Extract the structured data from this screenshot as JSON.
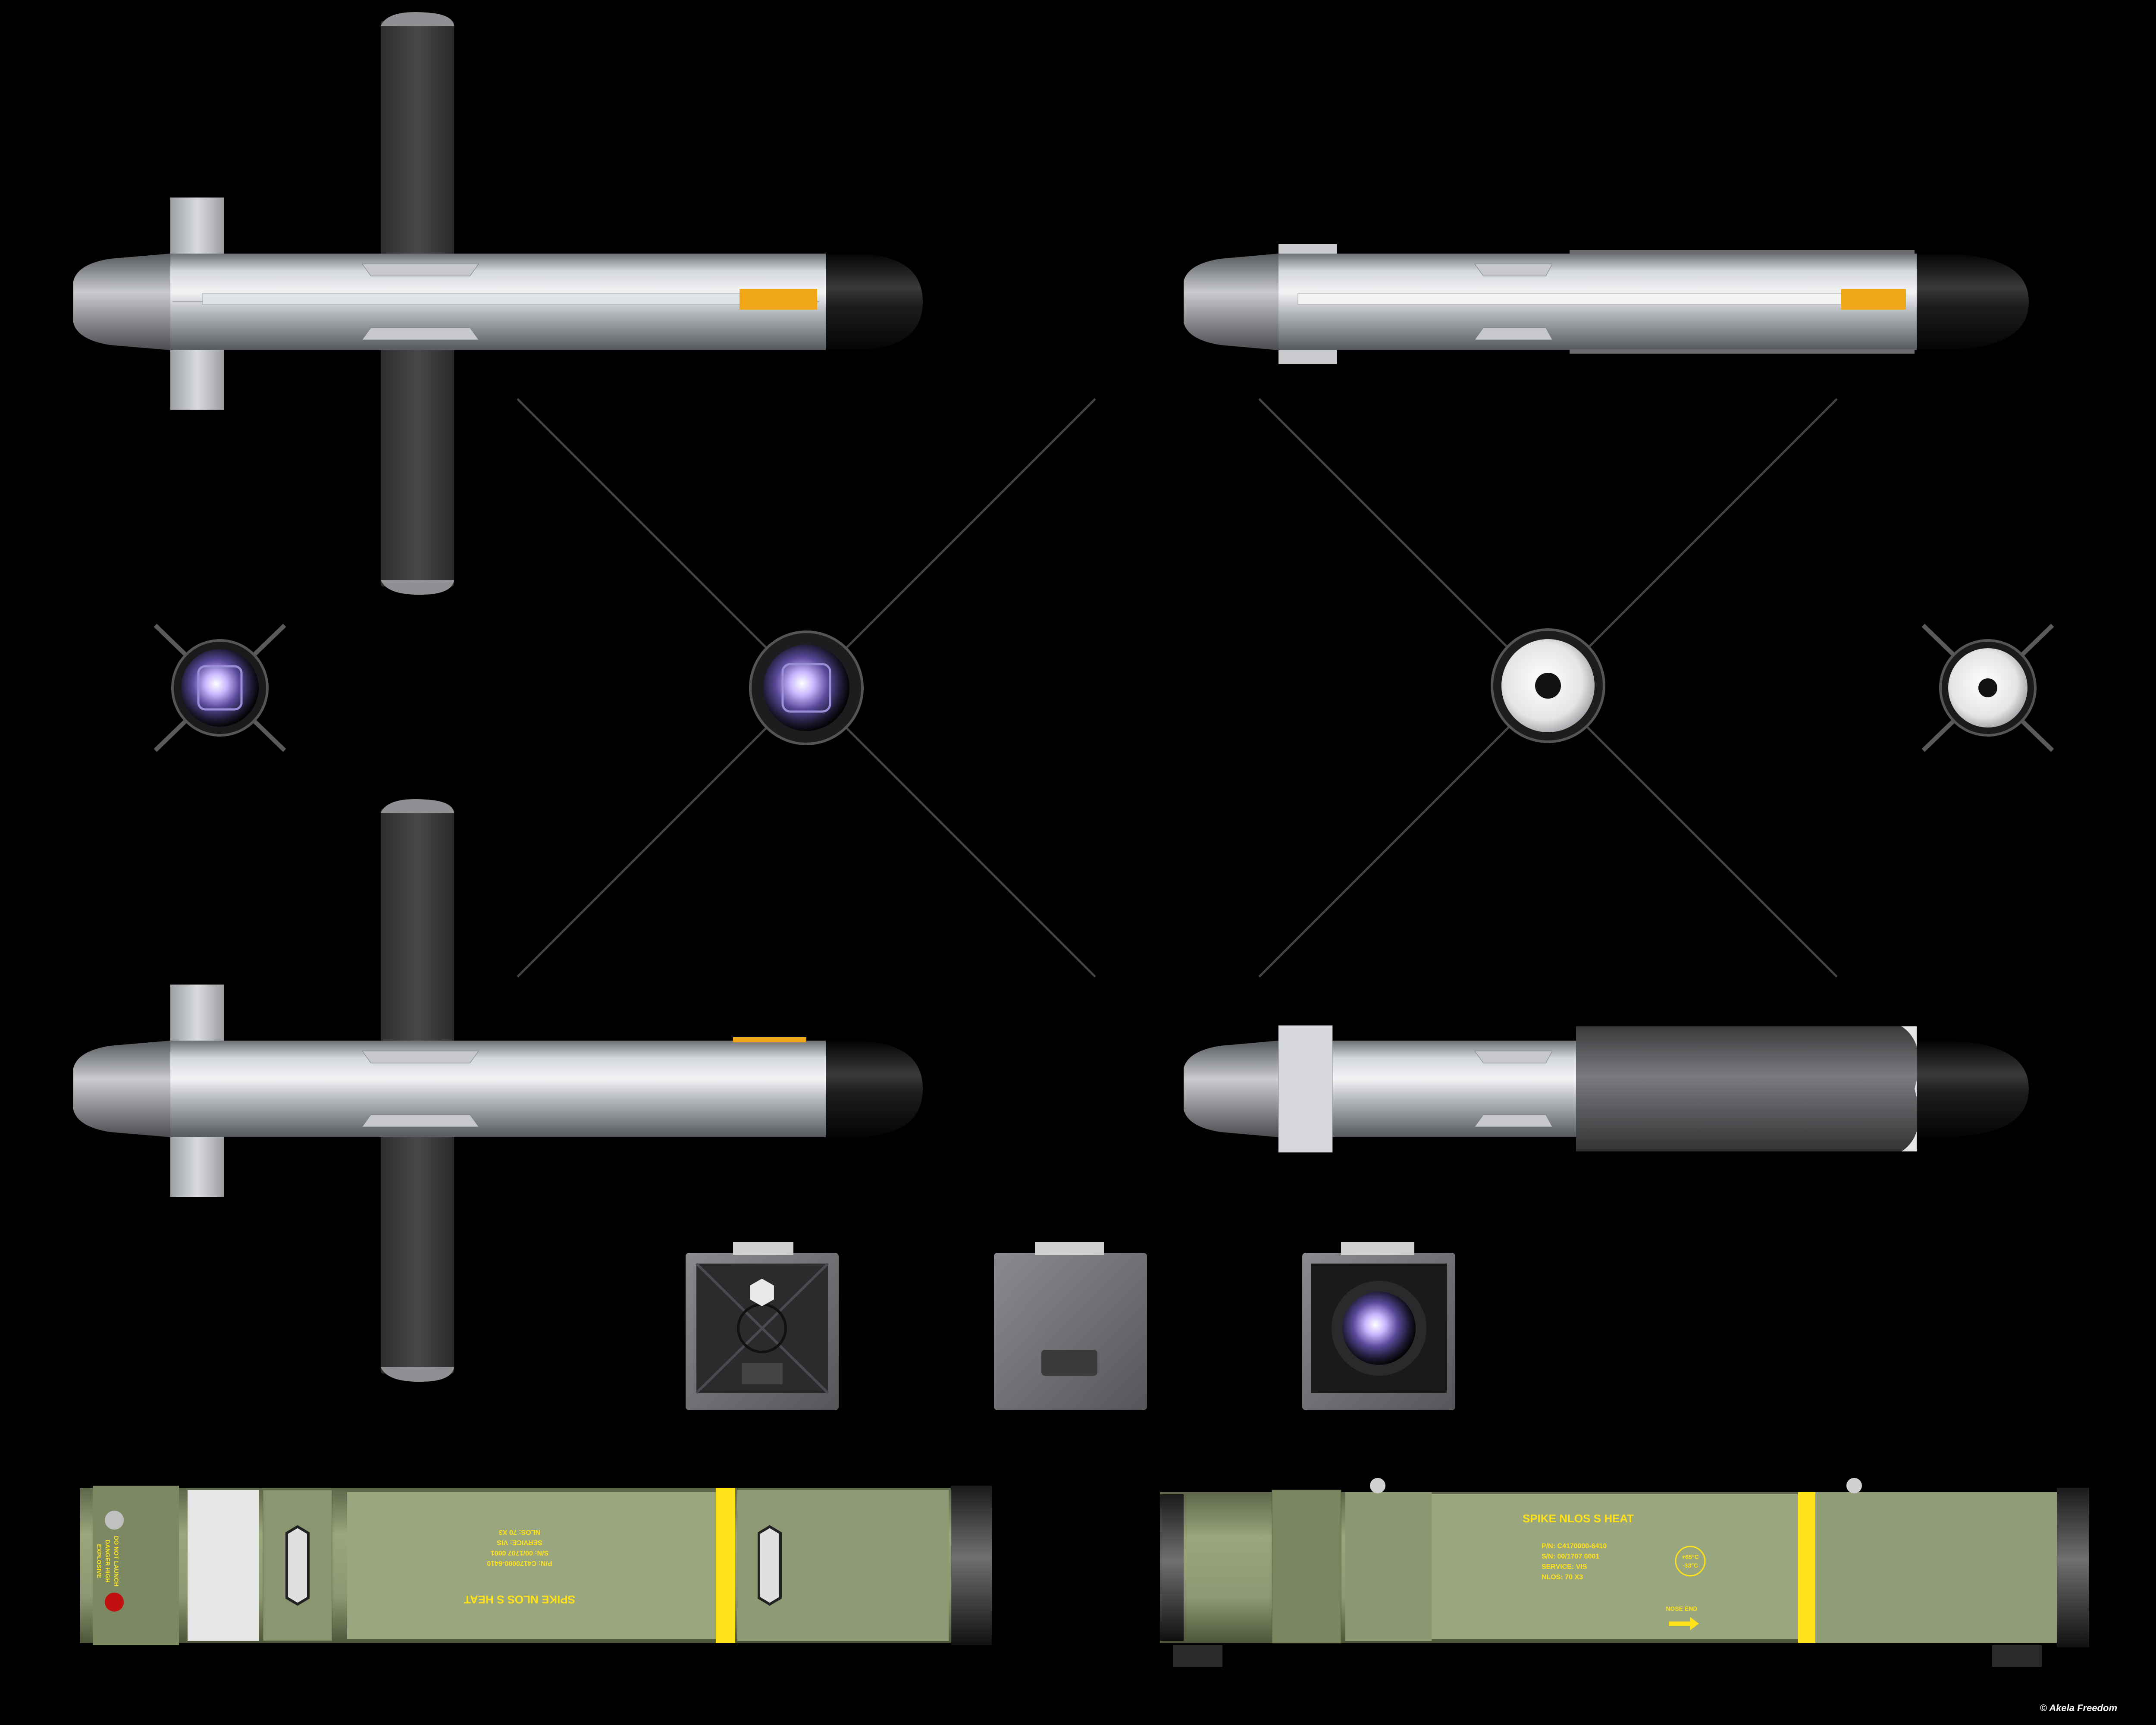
{
  "credit": "© Akela Freedom",
  "colors": {
    "background": "#000000",
    "body_silver": "#b9bcc0",
    "nose_black": "#141414",
    "wing_dark": "#3b3b3b",
    "case_olive": "#87936c",
    "stencil_yellow": "#ffe21a",
    "accent_orange": "#f0a818"
  },
  "case_top": {
    "title": "SPIKE NLOS S HEAT",
    "line1": "P/N: C4170000-6410",
    "line2": "S/N: 00/1707 0001",
    "line3": "SERVICE: VIS",
    "line4": "NLOS: 70 X3",
    "temp_hi": "+65°C",
    "temp_lo": "-33°C",
    "arrow_label": "NOSE END"
  },
  "case_side": {
    "warning_1": "DO NOT LAUNCH",
    "warning_2": "DANGER HIGH",
    "warning_3": "EXPLOSIVE"
  }
}
